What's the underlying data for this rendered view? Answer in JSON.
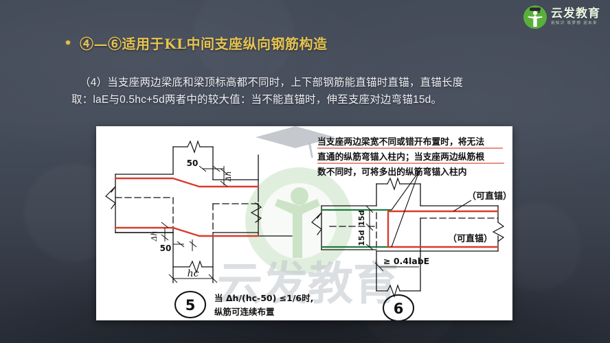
{
  "slide": {
    "background_color": "#414856",
    "panel_background": "#ffffff"
  },
  "brand": {
    "name": "云发教育",
    "tagline": "用知识 筑梦想 迎未来",
    "mark_color": "#5aaf3c",
    "icon": "graduate-person-logo-icon"
  },
  "title": {
    "bullet": "•",
    "text": "④—⑥适用于KL中间支座纵向钢筋构造",
    "color": "#e6c453"
  },
  "body": {
    "line1": "（4）当支座两边梁底和梁顶标高都不同时，上下部钢筋能直锚时直锚，直锚长度",
    "line2": "取：laE与0.5hc+5d两者中的较大值：当不能直锚时，伸至支座对边弯锚15d。",
    "color": "#eef1f4"
  },
  "figure": {
    "watermark": "云发教育",
    "rebar_color": "#d93b2b",
    "outline_color": "#1a1a1a",
    "green_color": "#1f7a3f",
    "note_underline_color": "#e06a5a",
    "detail_5": {
      "number": "5",
      "caption_line1": "当 Δh/(hc-50) ≤1/6时,",
      "caption_line2": "纵筋可连续布置",
      "labels": {
        "top_offset": "50",
        "bottom_offset": "50",
        "delta_top": "Δh",
        "delta_bottom": "Δh",
        "column_width": "hc"
      }
    },
    "detail_6": {
      "number": "6",
      "note_line1": "当支座两边梁宽不同或错开布置时，将无法",
      "note_line2": "直通的纵筋弯锚入柱内；当支座两边纵筋根",
      "note_line3": "数不同时，可将多出的纵筋弯锚入柱内",
      "labels": {
        "top_bend": "15d",
        "bottom_bend": "15d",
        "anchor_len": "≥ 0.4labE",
        "callout_top": "（可直锚）",
        "callout_bottom": "（可直锚）"
      }
    }
  }
}
